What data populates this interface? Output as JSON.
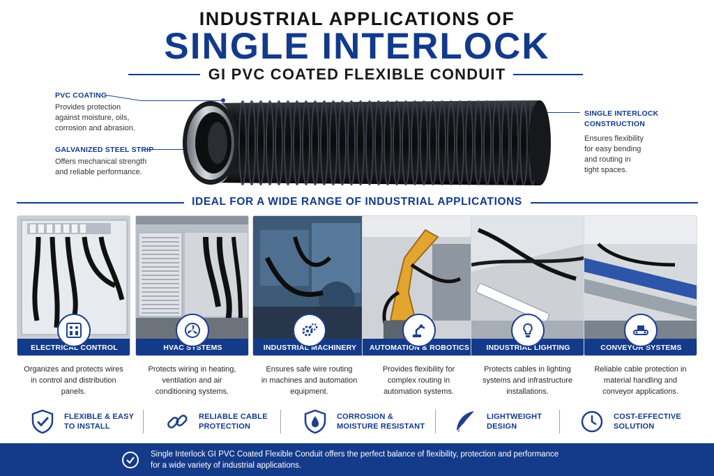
{
  "header": {
    "line1": "INDUSTRIAL APPLICATIONS OF",
    "line2": "SINGLE INTERLOCK",
    "line3": "GI PVC COATED FLEXIBLE CONDUIT"
  },
  "callouts": {
    "pvc": {
      "title": "PVC COATING",
      "desc": [
        "Provides protection",
        "against moisture, oils,",
        "corrosion and abrasion."
      ]
    },
    "steel": {
      "title": "GALVANIZED STEEL STRIP",
      "desc": [
        "Offers mechanical strength",
        "and reliable performance."
      ]
    },
    "interlock": {
      "title": [
        "SINGLE INTERLOCK",
        "CONSTRUCTION"
      ],
      "desc": [
        "Ensures flexibility",
        "for easy bending",
        "and routing in",
        "tight spaces."
      ]
    }
  },
  "section_heading": "IDEAL FOR A WIDE RANGE OF INDUSTRIAL APPLICATIONS",
  "applications": [
    {
      "label": "ELECTRICAL CONTROL PANELS",
      "icon": "control-panel-icon",
      "desc": [
        "Organizes and protects wires",
        "in control and distribution",
        "panels."
      ]
    },
    {
      "label": "HVAC SYSTEMS",
      "icon": "fan-icon",
      "desc": [
        "Protects wiring in heating,",
        "ventilation and air",
        "conditioning systems."
      ]
    },
    {
      "label": "INDUSTRIAL MACHINERY",
      "icon": "gears-icon",
      "desc": [
        "Ensures safe wire routing",
        "in machines and automation",
        "equipment."
      ]
    },
    {
      "label": "AUTOMATION & ROBOTICS",
      "icon": "robot-arm-icon",
      "desc": [
        "Provides flexibility for",
        "complex routing in",
        "automation systems."
      ]
    },
    {
      "label": "INDUSTRIAL LIGHTING",
      "icon": "light-bulb-icon",
      "desc": [
        "Protects cables in lighting",
        "systems and infrastructure",
        "installations."
      ]
    },
    {
      "label": "CONVEYOR SYSTEMS",
      "icon": "conveyor-icon",
      "desc": [
        "Reliable cable protection in",
        "material handling and",
        "conveyor applications."
      ]
    }
  ],
  "features": [
    {
      "lines": [
        "FLEXIBLE & EASY",
        "TO INSTALL"
      ],
      "icon": "shield-check-icon"
    },
    {
      "lines": [
        "RELIABLE CABLE",
        "PROTECTION"
      ],
      "icon": "chain-link-icon"
    },
    {
      "lines": [
        "CORROSION &",
        "MOISTURE RESISTANT"
      ],
      "icon": "water-drop-shield-icon"
    },
    {
      "lines": [
        "LIGHTWEIGHT",
        "DESIGN"
      ],
      "icon": "feather-icon"
    },
    {
      "lines": [
        "COST-EFFECTIVE",
        "SOLUTION"
      ],
      "icon": "clock-icon"
    }
  ],
  "footer": {
    "lines": [
      "Single Interlock GI PVC Coated Flexible Conduit offers the perfect balance of flexibility, protection and performance",
      "for a wide variety of industrial applications."
    ],
    "icon": "check-circle-icon"
  },
  "colors": {
    "brand": "#123a8c",
    "band": "#143a8a",
    "text": "#1a1a1a"
  }
}
